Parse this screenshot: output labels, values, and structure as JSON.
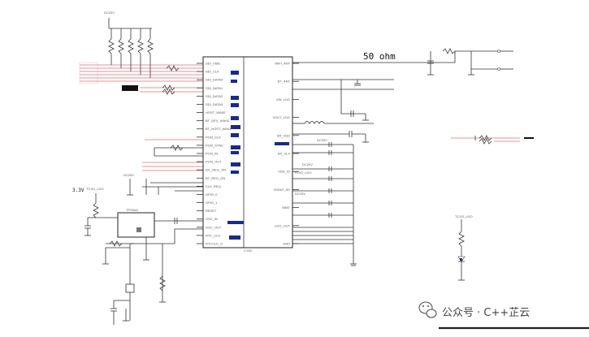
{
  "diagram": {
    "annotations": {
      "ohm_label": "50 ohm",
      "voltage_label": "3.3V",
      "chip_name": "CY8C",
      "regulator_name": "TPS54A"
    },
    "net_labels": {
      "dc20v_top": "DC20V",
      "dc20v_left": "DC20V",
      "dc20v_mid1": "DC20V",
      "dc20v_mid2": "DC20V",
      "dc20v_mid3": "DC20V",
      "tcxo_ldo_left": "TCXO_LDO",
      "tcxo_ldo_right": "TCXO_LDO",
      "tcxo_ldo_mid": "TCXO_LDO"
    },
    "left_pins": [
      "SDI_CMD",
      "SDI_CLK",
      "SDI_DATA0",
      "SDI_DATA1",
      "SDI_DATA2",
      "SDI_DATA3",
      "HOST_WAKE",
      "BT_DEV_WAKE",
      "BT_HOST_WAKE",
      "PCM_CLK",
      "PCM_SYNC",
      "PCM_IN",
      "PCM_OUT",
      "WL_REG_ON",
      "BT_REG_ON",
      "CLK_REQ",
      "GPIO_0",
      "GPIO_1",
      "RESET",
      "OSC_IN",
      "OSC_OUT",
      "RTC_CLK",
      "RTCCLK_O"
    ],
    "right_pins": [
      "WIFI_ANT",
      "BT_ANT",
      "VIN_LDO",
      "VOUT_LDO",
      "SR_VDD",
      "SR_VLX",
      "VDD_IO",
      "VDDIO_SD",
      "VBAT",
      "LDO_OUT",
      "GND"
    ],
    "watermark": {
      "text": "公众号 · C++芷云"
    }
  }
}
